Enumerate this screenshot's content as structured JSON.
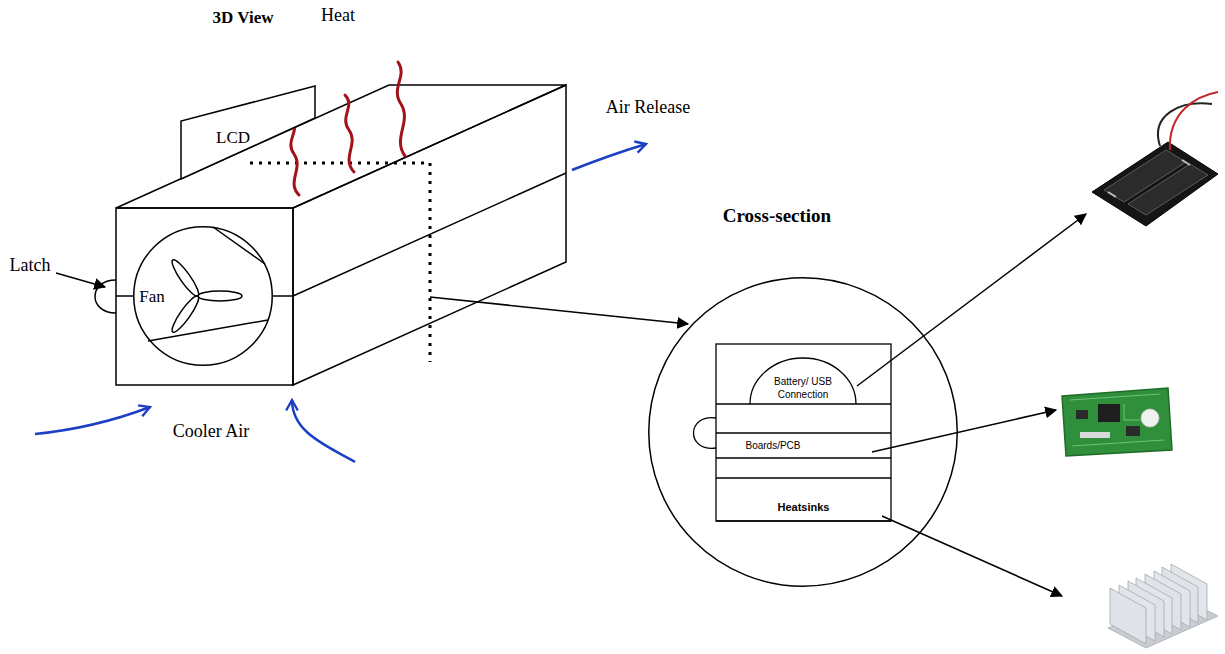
{
  "diagram": {
    "title": "3D View",
    "nodes": [
      {
        "text": [
          "LCD"
        ]
      },
      {
        "text": [
          "Fan"
        ]
      },
      {
        "text": [
          "Cross-section"
        ]
      },
      {
        "text": [
          "Battery/ USB Connection"
        ],
        "in": 2
      },
      {
        "text": [
          "Boards/PCB"
        ],
        "in": 2
      },
      {
        "text": [
          "Heatsinks"
        ],
        "in": 2
      }
    ],
    "labels": [
      "Heat",
      "Air Release",
      "Latch",
      "Cooler Air"
    ]
  }
}
